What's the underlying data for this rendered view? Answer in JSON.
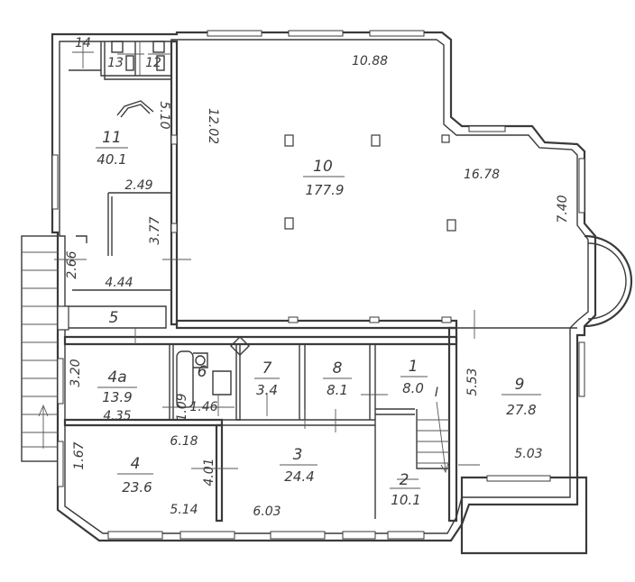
{
  "rooms": [
    {
      "id": "r1",
      "num": "1",
      "area": "8.0"
    },
    {
      "id": "r2",
      "num": "2",
      "area": "10.1"
    },
    {
      "id": "r3",
      "num": "3",
      "area": "24.4"
    },
    {
      "id": "r4",
      "num": "4",
      "area": "23.6"
    },
    {
      "id": "r4a",
      "num": "4a",
      "area": "13.9"
    },
    {
      "id": "r5",
      "num": "5",
      "area": ""
    },
    {
      "id": "r6",
      "num": "6",
      "area": ""
    },
    {
      "id": "r7",
      "num": "7",
      "area": "3.4"
    },
    {
      "id": "r8",
      "num": "8",
      "area": "8.1"
    },
    {
      "id": "r9",
      "num": "9",
      "area": "27.8"
    },
    {
      "id": "r10",
      "num": "10",
      "area": "177.9"
    },
    {
      "id": "r11",
      "num": "11",
      "area": "40.1"
    },
    {
      "id": "r12",
      "num": "12",
      "area": ""
    },
    {
      "id": "r13",
      "num": "13",
      "area": ""
    },
    {
      "id": "r14",
      "num": "14",
      "area": ""
    }
  ],
  "dimensions": [
    "10.88",
    "12.02",
    "5.10",
    "16.78",
    "7.40",
    "2.49",
    "3.77",
    "2.66",
    "4.44",
    "3.20",
    "4.35",
    "1.09",
    "1.46",
    "5.53",
    "5.03",
    "1.67",
    "6.18",
    "4.01",
    "5.14",
    "6.03"
  ],
  "stair_mark": "I"
}
